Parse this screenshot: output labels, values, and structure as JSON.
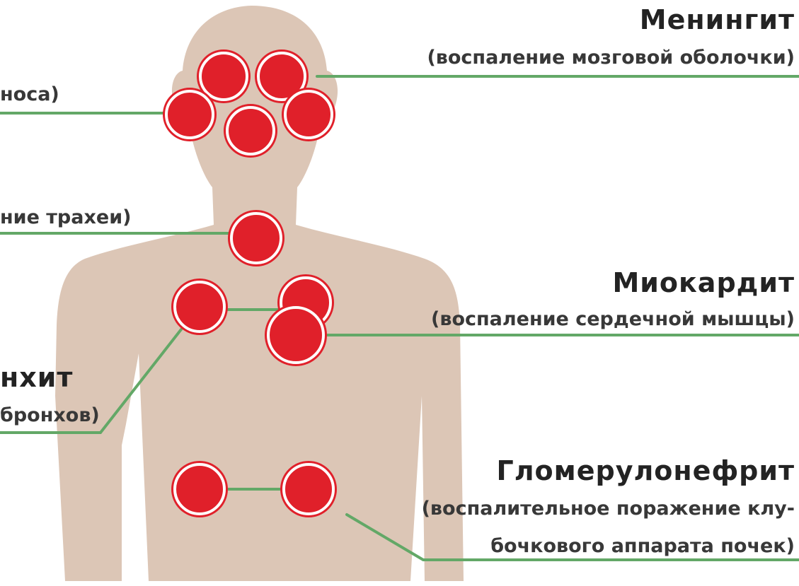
{
  "colors": {
    "background": "#ffffff",
    "body": "#dcc6b6",
    "connector_line": "#63a867",
    "marker_fill": "#e0202a",
    "marker_ring": "#ffffff",
    "marker_outline": "#d0262f",
    "text": "#2b2b2b"
  },
  "labels": {
    "meningitis_title": "Менингит",
    "meningitis_desc": "(воспаление мозговой оболочки)",
    "nose_desc": "носа)",
    "trachea_desc": "ние трахеи)",
    "myocarditis_title": "Миокардит",
    "myocarditis_desc": "(воспаление сердечной мышцы)",
    "bronchitis_title": "нхит",
    "bronchitis_desc": "бронхов)",
    "glomerulo_title": "Гломерулонефрит",
    "glomerulo_desc_line1": "(воспалительное поражение клу-",
    "glomerulo_desc_line2": "бочкового аппарата почек)"
  }
}
